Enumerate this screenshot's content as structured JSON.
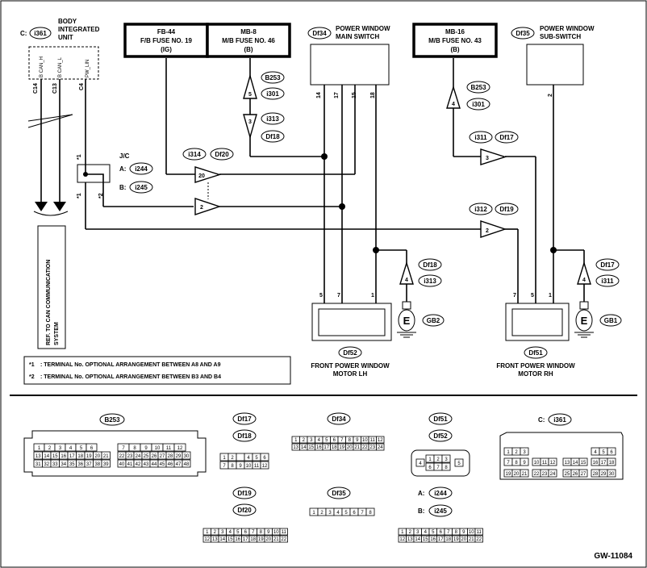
{
  "bcm": {
    "c_label": "C:",
    "conn": "i361",
    "name1": "BODY",
    "name2": "INTEGRATED",
    "name3": "UNIT",
    "pin_c14": "C14",
    "pin_c13": "C13",
    "pin_c4": "C4",
    "sig_can_h": "B CAN_H",
    "sig_can_l": "B CAN_L",
    "sig_pw": "PW_LIN"
  },
  "ref": {
    "line1": "REF. TO CAN COMMUNICATION",
    "line2": "SYSTEM"
  },
  "fuse1": {
    "l1": "FB-44",
    "l2": "F/B FUSE NO. 19",
    "l3": "(IG)"
  },
  "fuse2": {
    "l1": "MB-8",
    "l2": "M/B FUSE NO. 46",
    "l3": "(B)"
  },
  "fuse3": {
    "l1": "MB-16",
    "l2": "M/B FUSE NO. 43",
    "l3": "(B)"
  },
  "main_sw": {
    "conn": "Df34",
    "l1": "POWER WINDOW",
    "l2": "MAIN SWITCH",
    "p14": "14",
    "p17": "17",
    "p15": "15",
    "p18": "18"
  },
  "sub_sw": {
    "conn": "Df35",
    "l1": "POWER WINDOW",
    "l2": "SUB-SWITCH",
    "p2": "2"
  },
  "jc": {
    "title": "J/C",
    "a": "A:",
    "b": "B:",
    "ca": "i244",
    "cb": "i245",
    "star1": "*1",
    "star2": "*2"
  },
  "connectors": {
    "b253": "B253",
    "i301": "i301",
    "i313": "i313",
    "df18": "Df18",
    "i314": "i314",
    "df20": "Df20",
    "i311": "i311",
    "df17": "Df17",
    "i312": "i312",
    "df19": "Df19",
    "p5": "5",
    "p3": "3",
    "p4": "4",
    "p20": "20",
    "p2": "2"
  },
  "motor_lh": {
    "conn": "Df52",
    "l1": "FRONT POWER WINDOW",
    "l2": "MOTOR LH",
    "p5": "5",
    "p7": "7",
    "p1": "1"
  },
  "motor_rh": {
    "conn": "Df51",
    "l1": "FRONT POWER WINDOW",
    "l2": "MOTOR RH",
    "p7": "7",
    "p5": "5",
    "p1": "1"
  },
  "grounds": {
    "e": "E",
    "gb2": "GB2",
    "gb1": "GB1"
  },
  "notes": {
    "s1": "*1",
    "n1": ": TERMINAL No. OPTIONAL ARRANGEMENT BETWEEN A8 AND A9",
    "s2": "*2",
    "n2": ": TERMINAL No. OPTIONAL ARRANGEMENT BETWEEN B3 AND B4"
  },
  "faces": {
    "b253": "B253",
    "df17": "Df17",
    "df18": "Df18",
    "df34": "Df34",
    "df51": "Df51",
    "df52": "Df52",
    "c_prefix": "C:",
    "i361": "i361",
    "df19": "Df19",
    "df20": "Df20",
    "df35": "Df35",
    "a_prefix": "A:",
    "i244": "i244",
    "b_prefix": "B:",
    "i245": "i245"
  },
  "figure_id": "GW-11084"
}
